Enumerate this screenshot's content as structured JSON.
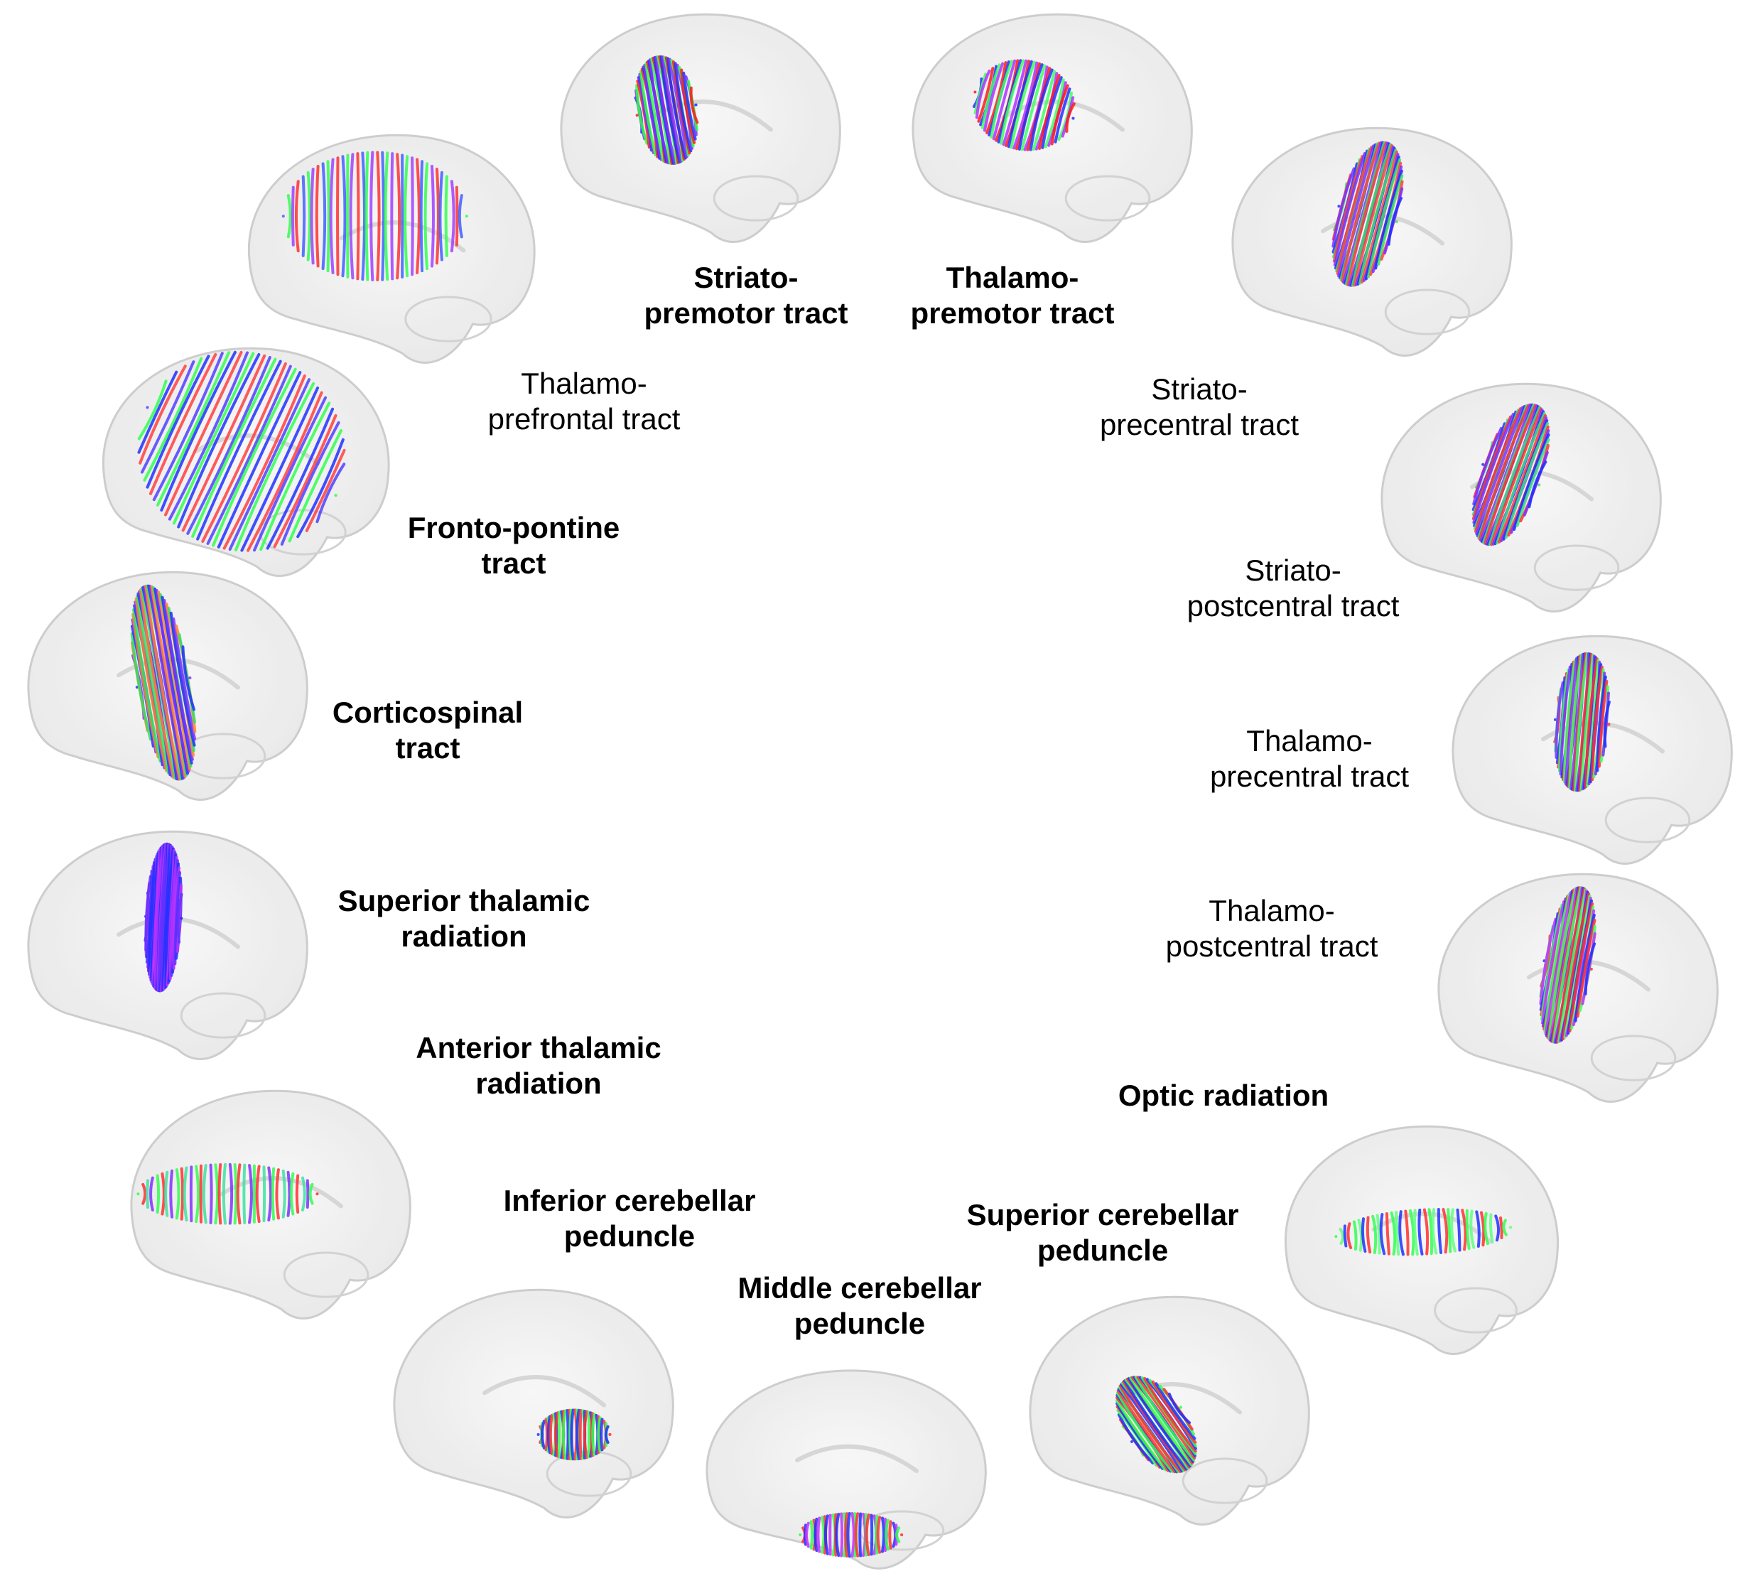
{
  "tracts": [
    {
      "id": "striato-premotor",
      "lines": [
        "Striato-",
        "premotor tract"
      ],
      "bold": true,
      "colors": [
        "#ff1a1a",
        "#2030ff",
        "#7a30ff",
        "#30ff40"
      ]
    },
    {
      "id": "thalamo-premotor",
      "lines": [
        "Thalamo-",
        "premotor tract"
      ],
      "bold": true,
      "colors": [
        "#ff1a1a",
        "#2030ff",
        "#40ff60",
        "#b030ff"
      ]
    },
    {
      "id": "thalamo-prefrontal",
      "lines": [
        "Thalamo-",
        "prefrontal tract"
      ],
      "bold": false,
      "colors": [
        "#4060ff",
        "#30ff50",
        "#a040ff",
        "#ff3030"
      ]
    },
    {
      "id": "striato-precentral",
      "lines": [
        "Striato-",
        "precentral tract"
      ],
      "bold": false,
      "colors": [
        "#2030ff",
        "#40e060",
        "#ff4040",
        "#7a30ff"
      ]
    },
    {
      "id": "fronto-pontine",
      "lines": [
        "Fronto-pontine",
        "tract"
      ],
      "bold": true,
      "colors": [
        "#5040ff",
        "#30ff50",
        "#2030ff",
        "#ff4040"
      ]
    },
    {
      "id": "striato-postcentral",
      "lines": [
        "Striato-",
        "postcentral tract"
      ],
      "bold": false,
      "colors": [
        "#2030ff",
        "#40e080",
        "#ff3030",
        "#7a30ff"
      ]
    },
    {
      "id": "corticospinal",
      "lines": [
        "Corticospinal",
        "tract"
      ],
      "bold": true,
      "colors": [
        "#2030ff",
        "#7a30ff",
        "#ff8030",
        "#30e060"
      ]
    },
    {
      "id": "thalamo-precentral",
      "lines": [
        "Thalamo-",
        "precentral tract"
      ],
      "bold": false,
      "colors": [
        "#2030ff",
        "#ff3030",
        "#40ff60",
        "#7a30ff"
      ]
    },
    {
      "id": "superior-thalamic-radiation",
      "lines": [
        "Superior thalamic",
        "radiation"
      ],
      "bold": true,
      "colors": [
        "#6030ff",
        "#2030ff",
        "#c030ff"
      ]
    },
    {
      "id": "thalamo-postcentral",
      "lines": [
        "Thalamo-",
        "postcentral tract"
      ],
      "bold": false,
      "colors": [
        "#2030ff",
        "#ff3030",
        "#40ff60",
        "#c030ff"
      ]
    },
    {
      "id": "anterior-thalamic-radiation",
      "lines": [
        "Anterior thalamic",
        "radiation"
      ],
      "bold": true,
      "colors": [
        "#30ff50",
        "#ff3030",
        "#40e0a0",
        "#8030ff"
      ]
    },
    {
      "id": "optic-radiation",
      "lines": [
        "Optic radiation"
      ],
      "bold": true,
      "colors": [
        "#30ff50",
        "#60ff80",
        "#2030ff",
        "#ff3030"
      ]
    },
    {
      "id": "inferior-cerebellar-peduncle",
      "lines": [
        "Inferior cerebellar",
        "peduncle"
      ],
      "bold": true,
      "colors": [
        "#2030ff",
        "#ff3030",
        "#30ff50"
      ]
    },
    {
      "id": "superior-cerebellar-peduncle",
      "lines": [
        "Superior cerebellar",
        "peduncle"
      ],
      "bold": true,
      "colors": [
        "#2030ff",
        "#30ff50",
        "#ff3030"
      ]
    },
    {
      "id": "middle-cerebellar-peduncle",
      "lines": [
        "Middle cerebellar",
        "peduncle"
      ],
      "bold": true,
      "colors": [
        "#30ff50",
        "#ff3030",
        "#2030ff",
        "#c030ff"
      ]
    }
  ]
}
